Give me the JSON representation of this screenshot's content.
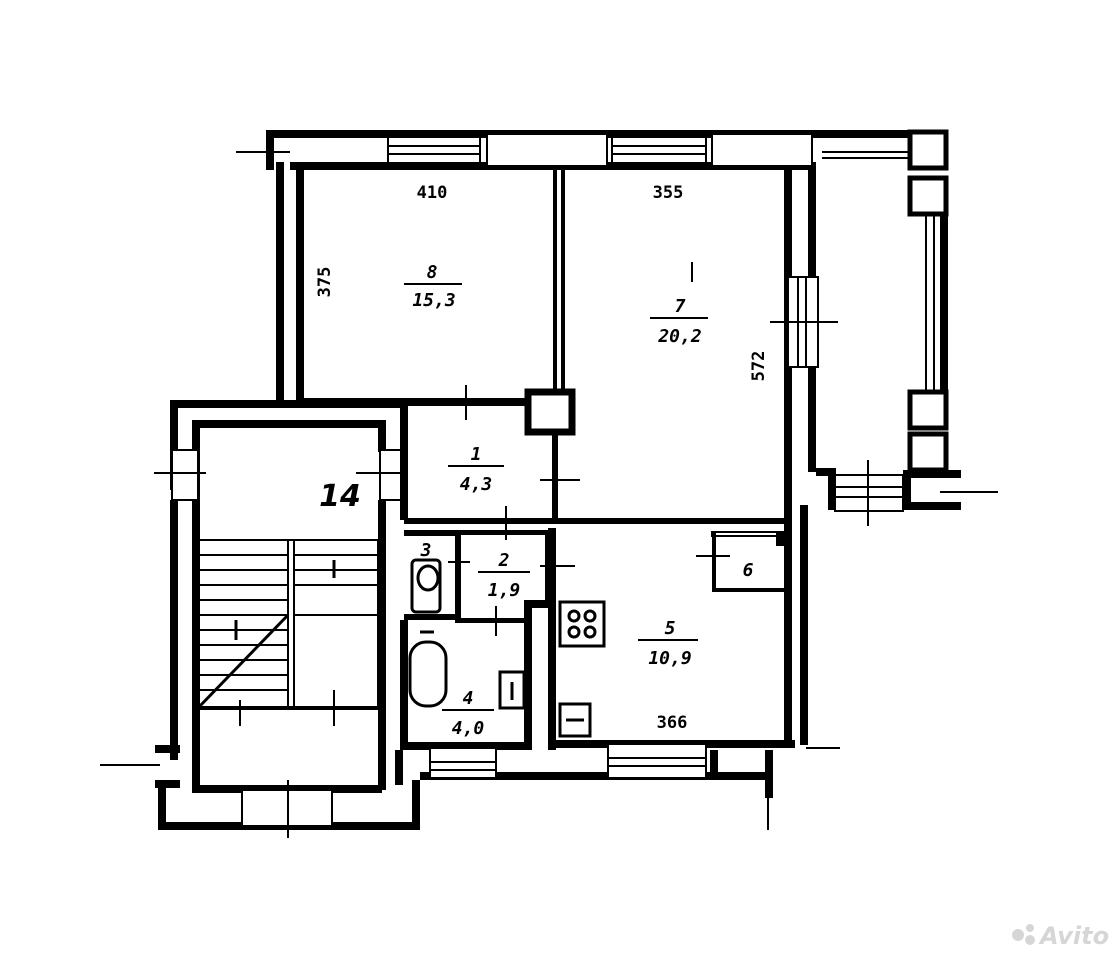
{
  "rooms": [
    {
      "id": "r8",
      "number": "8",
      "area": "15,3"
    },
    {
      "id": "r7",
      "number": "7",
      "area": "20,2"
    },
    {
      "id": "r1",
      "number": "1",
      "area": "4,3"
    },
    {
      "id": "r2",
      "number": "2",
      "area": "1,9"
    },
    {
      "id": "r3",
      "number": "3"
    },
    {
      "id": "r4",
      "number": "4",
      "area": "4,0"
    },
    {
      "id": "r5",
      "number": "5",
      "area": "10,9"
    },
    {
      "id": "r6",
      "number": "6"
    }
  ],
  "dimensions": {
    "room8_width": "410",
    "room8_depth": "375",
    "room7_width": "355",
    "room7_depth": "572",
    "room5_width": "366"
  },
  "stairwell_number": "14",
  "watermark": "Avito",
  "colors": {
    "ink": "#000000",
    "paper": "#ffffff",
    "watermark": "#d6d6d6"
  }
}
